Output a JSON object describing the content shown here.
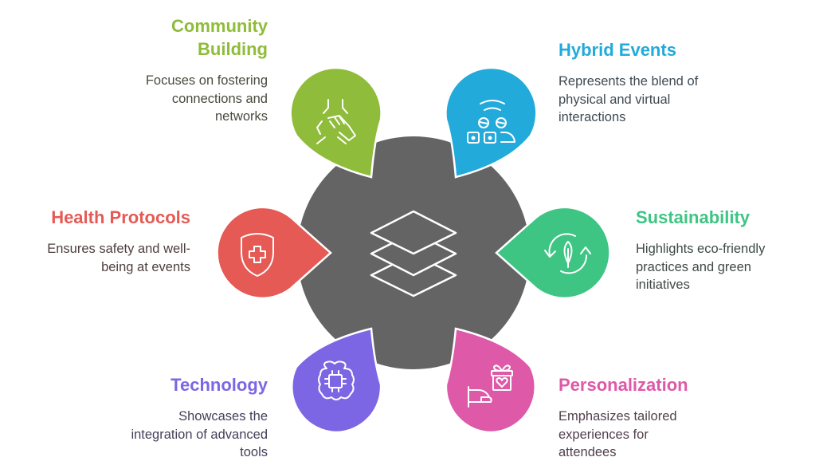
{
  "diagram": {
    "center": {
      "icon": "layers-icon",
      "color": "#646464"
    },
    "items": [
      {
        "id": "community-building",
        "title": "Community Building",
        "title_lines": [
          "Community",
          "Building"
        ],
        "description": "Focuses on fostering connections and networks",
        "description_lines": [
          "Focuses on fostering",
          "connections and",
          "networks"
        ],
        "icon": "handshake-hands-icon",
        "color": "#8FBC3A",
        "desc_color": "#4A4A3E",
        "position": "top-left"
      },
      {
        "id": "hybrid-events",
        "title": "Hybrid Events",
        "title_lines": [
          "Hybrid Events"
        ],
        "description": "Represents the blend of physical and virtual interactions",
        "description_lines": [
          "Represents the blend of",
          "physical and virtual",
          "interactions"
        ],
        "icon": "virtual-meeting-icon",
        "color": "#22AADB",
        "desc_color": "#3F4A52",
        "position": "top-right"
      },
      {
        "id": "health-protocols",
        "title": "Health Protocols",
        "title_lines": [
          "Health Protocols"
        ],
        "description": "Ensures safety and well-being at events",
        "description_lines": [
          "Ensures safety and well-",
          "being at events"
        ],
        "icon": "shield-cross-icon",
        "color": "#E55A55",
        "desc_color": "#4E3E3E",
        "position": "middle-left"
      },
      {
        "id": "sustainability",
        "title": "Sustainability",
        "title_lines": [
          "Sustainability"
        ],
        "description": "Highlights eco-friendly practices and green initiatives",
        "description_lines": [
          "Highlights eco-friendly",
          "practices and green",
          "initiatives"
        ],
        "icon": "recycle-leaf-icon",
        "color": "#3EC584",
        "desc_color": "#3E4A44",
        "position": "middle-right"
      },
      {
        "id": "technology",
        "title": "Technology",
        "title_lines": [
          "Technology"
        ],
        "description": "Showcases the integration of advanced tools",
        "description_lines": [
          "Showcases the",
          "integration of advanced",
          "tools"
        ],
        "icon": "brain-chip-icon",
        "color": "#7D66E4",
        "desc_color": "#45405A",
        "position": "bottom-left"
      },
      {
        "id": "personalization",
        "title": "Personalization",
        "title_lines": [
          "Personalization"
        ],
        "description": "Emphasizes tailored experiences for attendees",
        "description_lines": [
          "Emphasizes tailored",
          "experiences for",
          "attendees"
        ],
        "icon": "hand-gift-icon",
        "color": "#DE59A8",
        "desc_color": "#52404C",
        "position": "bottom-right"
      }
    ]
  }
}
